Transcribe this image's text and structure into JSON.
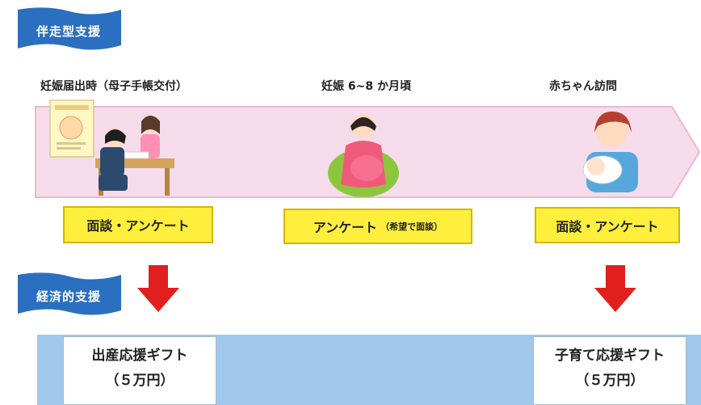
{
  "ribbons": {
    "support_accompany": "伴走型支援",
    "support_economic": "経済的支援"
  },
  "stages": [
    {
      "label": "妊娠届出時（母子手帳交付）"
    },
    {
      "label": "妊娠 6~8 か月頃"
    },
    {
      "label": "赤ちゃん訪問"
    }
  ],
  "actions": [
    {
      "label": "面談・アンケート"
    },
    {
      "main": "アンケート",
      "sub": "（希望で面談）"
    },
    {
      "label": "面談・アンケート"
    }
  ],
  "gifts": [
    {
      "title": "出産応援ギフト",
      "amount": "（５万円）"
    },
    {
      "title": "子育て応援ギフト",
      "amount": "（５万円）"
    }
  ],
  "illustrations": {
    "left": "notice-reception-illustration",
    "center": "pregnant-woman-illustration",
    "right": "mother-baby-illustration"
  },
  "colors": {
    "ribbon_blue": "#2a6fc0",
    "timeline_pink": "#f6dcea",
    "action_yellow": "#ffef3d",
    "arrow_red": "#e21f1f",
    "band_blue": "#9fc8ec"
  }
}
